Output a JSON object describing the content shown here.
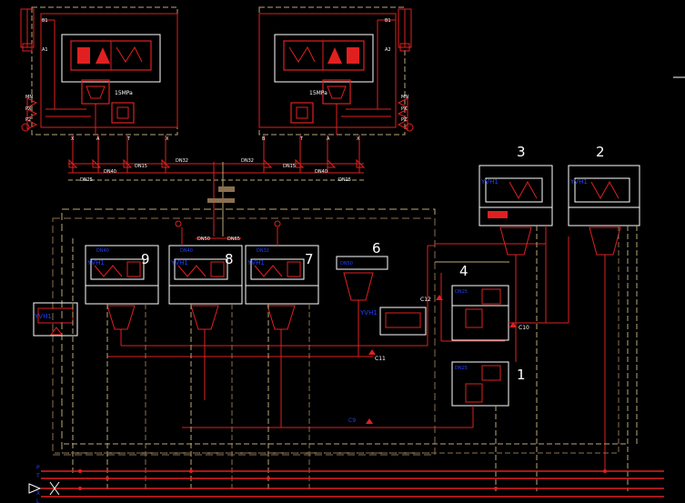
{
  "valve_numbers": [
    "1",
    "2",
    "3",
    "4",
    "6",
    "7",
    "8",
    "9"
  ],
  "pressure_labels": [
    "15MPa",
    "15MPa"
  ],
  "port_labels": {
    "top_left_b": "B1",
    "top_left_a": "A1",
    "top_right_b": "B1",
    "top_right_a": "A2",
    "left_group": [
      "MN",
      "PX",
      "P2"
    ],
    "right_group": [
      "MN",
      "PX",
      "P2"
    ],
    "top_left_ports": [
      "X",
      "A",
      "T",
      "X"
    ],
    "top_right_ports": [
      "B",
      "T",
      "A",
      "X"
    ]
  },
  "pipe_labels": [
    "DN40",
    "DN15",
    "DN32",
    "DN32",
    "DN15",
    "DN40",
    "DN25",
    "DN15",
    "DN50",
    "DN65"
  ],
  "solenoid_labels": [
    "YVH1",
    "YVH1",
    "YVH1",
    "YVH1",
    "YVH1",
    "YVH1",
    "YVH1"
  ],
  "unit_labels": [
    "DN40",
    "DN40",
    "DN32",
    "DN50",
    "DN25",
    "DN25"
  ],
  "test_points": [
    "C12",
    "C10",
    "C11",
    "C9"
  ],
  "bus_labels": [
    "P",
    "T",
    "X",
    "L"
  ],
  "colors": {
    "background": "#000000",
    "pressure_line": "#e02020",
    "return_line": "#b8a878",
    "tank_line": "#8a7050",
    "valve_box": "#ffffff",
    "solenoid": "#2040ff",
    "label": "#ffffff"
  }
}
